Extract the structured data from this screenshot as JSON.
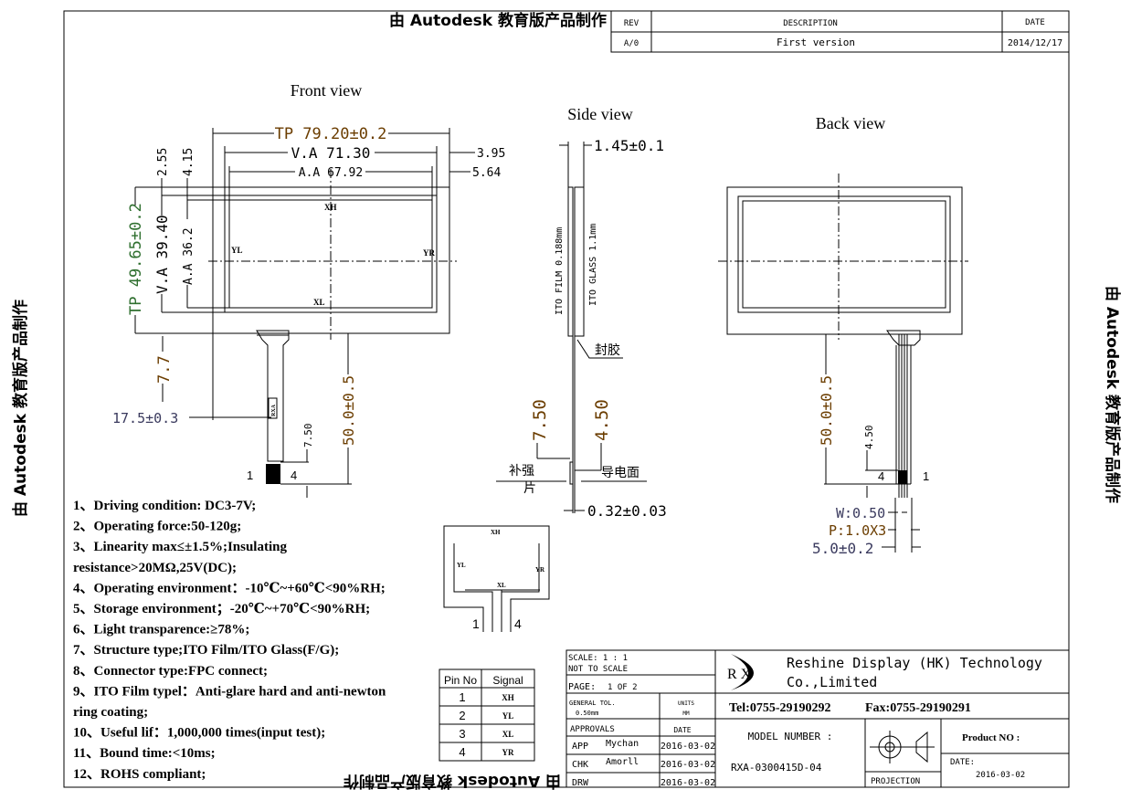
{
  "watermark": "由 Autodesk 教育版产品制作",
  "revision": {
    "headers": [
      "REV",
      "DESCRIPTION",
      "DATE"
    ],
    "rows": [
      {
        "rev": "A/0",
        "description": "First version",
        "date": "2014/12/17"
      }
    ]
  },
  "front_view": {
    "title": "Front view",
    "dims": {
      "tp_width": "TP 79.20±0.2",
      "va_width": "V.A  71.30",
      "aa_width": "A.A 67.92",
      "right_395": "3.95",
      "right_564": "5.64",
      "top_255": "2.55",
      "top_415": "4.15",
      "tp_height": "TP 49.65±0.2",
      "va_height": "V.A 39.40",
      "aa_height": "A.A 36.2",
      "fpc_77": "7.7",
      "fpc_offset": "17.5±0.3",
      "fpc_length": "50.0±0.5",
      "fpc_750": "7.50"
    },
    "labels": {
      "xh": "XH",
      "yl": "YL",
      "yr": "YR",
      "xl": "XL",
      "pin1": "1",
      "pin4": "4",
      "fpc_mark": "RXA"
    }
  },
  "side_view": {
    "title": "Side view",
    "thickness": "1.45±0.1",
    "film": "ITO FILM 0.188mm",
    "glass": "ITO GLASS 1.1mm",
    "seal": "封胶",
    "dim_750": "7.50",
    "dim_450": "4.50",
    "stiffener_a": "补强",
    "stiffener_b": "片",
    "conductive": "导电面",
    "fpc_thickness": "0.32±0.03"
  },
  "back_view": {
    "title": "Back view",
    "fpc_length": "50.0±0.5",
    "dim_450": "4.50",
    "pin4": "4",
    "pin1": "1",
    "width": "W:0.50",
    "pitch": "P:1.0X3",
    "total": "5.0±0.2"
  },
  "notes": [
    "1、Driving condition: DC3-7V;",
    "2、Operating force:50-120g;",
    "3、Linearity max≤±1.5%;Insulating",
    "  resistance>20MΩ,25V(DC);",
    "4、Operating environment：-10℃~+60℃<90%RH;",
    "5、Storage environment；-20℃~+70℃<90%RH;",
    "6、Light transparence:≥78%;",
    "7、Structure type;ITO Film/ITO Glass(F/G);",
    "8、Connector type:FPC connect;",
    "9、ITO Film typel：Anti-glare hard and anti-newton",
    "   ring coating;",
    "10、Useful lif：1,000,000 times(input test);",
    "11、Bound time:<10ms;",
    "12、ROHS compliant;"
  ],
  "schematic": {
    "xh": "XH",
    "yl": "YL",
    "yr": "YR",
    "xl": "XL",
    "pin1": "1",
    "pin4": "4"
  },
  "pin_table": {
    "headers": [
      "Pin No",
      "Signal"
    ],
    "rows": [
      [
        "1",
        "XH"
      ],
      [
        "2",
        "YL"
      ],
      [
        "3",
        "XL"
      ],
      [
        "4",
        "YR"
      ]
    ]
  },
  "title_block": {
    "scale": "SCALE: 1 : 1",
    "not_to_scale": "NOT TO SCALE",
    "page_label": "PAGE:",
    "page": "1 OF 2",
    "general_tol": "GENERAL TOL.",
    "tol_value": "0.50mm",
    "units_label": "UNITS",
    "units": "MM",
    "approvals": "APPROVALS",
    "date_label": "DATE",
    "approvers": [
      {
        "role": "APP",
        "name": "Mychan",
        "date": "2016-03-02"
      },
      {
        "role": "CHK",
        "name": "Amorll",
        "date": "2016-03-02"
      },
      {
        "role": "DRW",
        "name": "",
        "date": "2016-03-02"
      }
    ],
    "logo": "R X",
    "company_line1": "Reshine Display (HK) Technology",
    "company_line2": "Co.,Limited",
    "tel": "Tel:0755-29190292",
    "fax": "Fax:0755-29190291",
    "model_label": "MODEL NUMBER :",
    "model": "RXA-0300415D-04",
    "projection": "PROJECTION",
    "product_no": "Product NO :",
    "date_caption": "DATE:",
    "date": "2016-03-02"
  }
}
